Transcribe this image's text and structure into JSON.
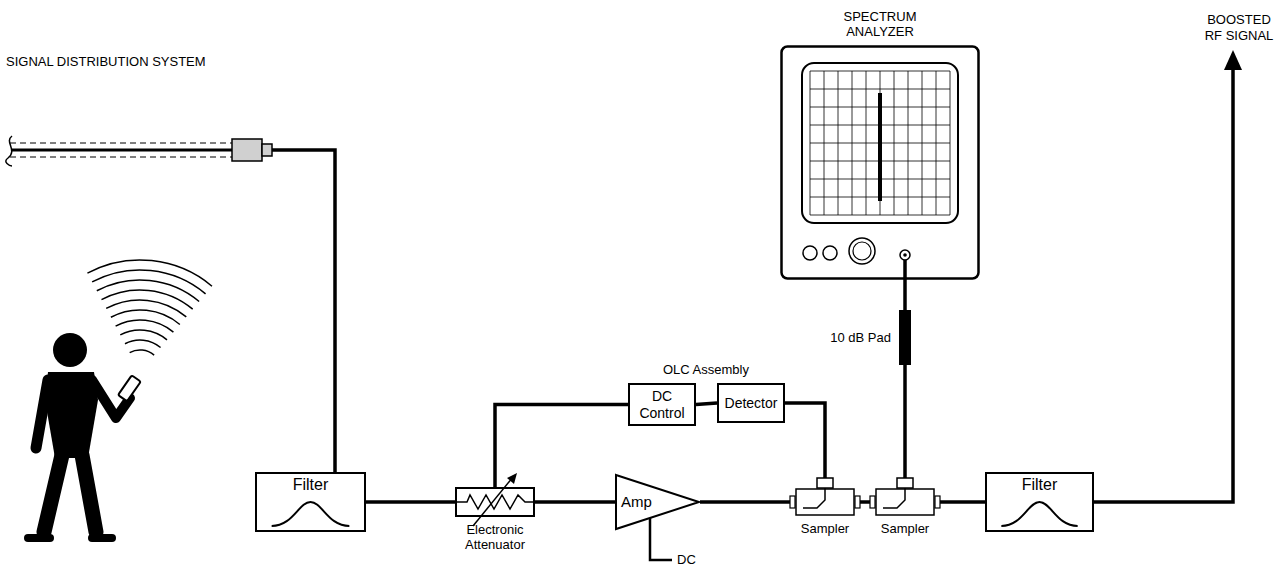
{
  "diagram": {
    "nodes": [
      {
        "text": [
          "SPECTRUM ANALYZER"
        ]
      },
      {
        "text": [
          "10 dB Pad"
        ]
      },
      {
        "text": [
          "DC Control"
        ]
      },
      {
        "text": [
          "Detector"
        ]
      },
      {
        "text": [
          "Filter"
        ]
      },
      {
        "text": [
          "Electronic Attenuator"
        ]
      },
      {
        "text": [
          "Amp"
        ]
      },
      {
        "text": [
          "Sampler"
        ]
      },
      {
        "text": [
          "Sampler"
        ]
      },
      {
        "text": [
          "Filter"
        ]
      }
    ],
    "edges": [
      {
        "from": 4,
        "to": 5,
        "arrow": "none"
      },
      {
        "from": 5,
        "to": 6,
        "arrow": "none"
      },
      {
        "from": 6,
        "to": 7,
        "arrow": "none"
      },
      {
        "from": 7,
        "to": 8,
        "arrow": "none"
      },
      {
        "from": 8,
        "to": 9,
        "arrow": "none"
      },
      {
        "from": 7,
        "to": 3,
        "arrow": "none"
      },
      {
        "from": 3,
        "to": 2,
        "arrow": "none"
      },
      {
        "from": 2,
        "to": 5,
        "arrow": "none"
      },
      {
        "from": 8,
        "to": 1,
        "arrow": "none"
      },
      {
        "from": 1,
        "to": 0,
        "arrow": "none"
      }
    ],
    "labels": [
      "SIGNAL DISTRIBUTION SYSTEM",
      "OLC Assembly",
      "DC",
      "BOOSTED RF SIGNAL"
    ]
  }
}
